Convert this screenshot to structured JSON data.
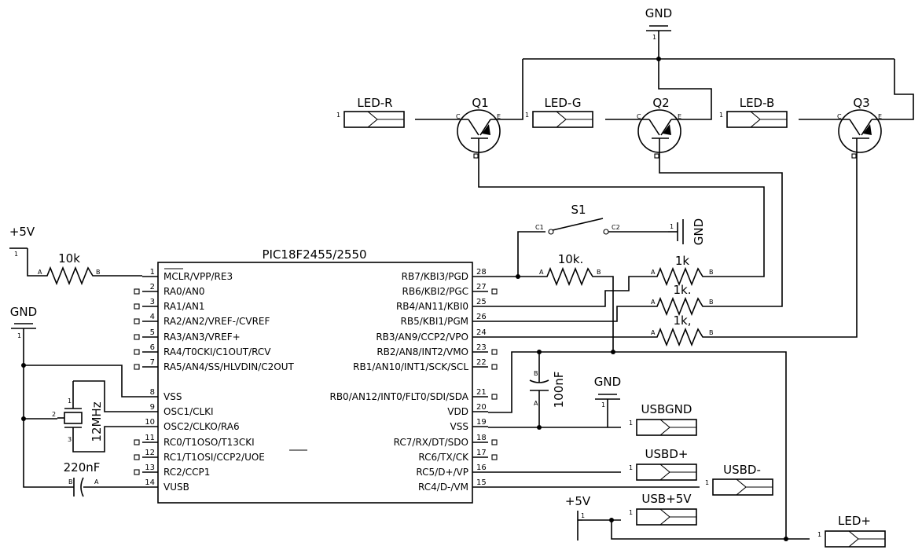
{
  "chip": {
    "title": "PIC18F2455/2550",
    "left_pins": [
      {
        "num": "1",
        "name": "MCLR/VPP/RE3"
      },
      {
        "num": "2",
        "name": "RA0/AN0"
      },
      {
        "num": "3",
        "name": "RA1/AN1"
      },
      {
        "num": "4",
        "name": "RA2/AN2/VREF-/CVREF"
      },
      {
        "num": "5",
        "name": "RA3/AN3/VREF+"
      },
      {
        "num": "6",
        "name": "RA4/T0CKI/C1OUT/RCV"
      },
      {
        "num": "7",
        "name": "RA5/AN4/SS/HLVDIN/C2OUT"
      },
      {
        "num": "8",
        "name": "VSS"
      },
      {
        "num": "9",
        "name": "OSC1/CLKI"
      },
      {
        "num": "10",
        "name": "OSC2/CLKO/RA6"
      },
      {
        "num": "11",
        "name": "RC0/T1OSO/T13CKI"
      },
      {
        "num": "12",
        "name": "RC1/T1OSI/CCP2/UOE"
      },
      {
        "num": "13",
        "name": "RC2/CCP1"
      },
      {
        "num": "14",
        "name": "VUSB"
      }
    ],
    "right_pins": [
      {
        "num": "28",
        "name": "RB7/KBI3/PGD"
      },
      {
        "num": "27",
        "name": "RB6/KBI2/PGC"
      },
      {
        "num": "25",
        "name": "RB4/AN11/KBI0"
      },
      {
        "num": "26",
        "name": "RB5/KBI1/PGM"
      },
      {
        "num": "24",
        "name": "RB3/AN9/CCP2/VPO"
      },
      {
        "num": "23",
        "name": "RB2/AN8/INT2/VMO"
      },
      {
        "num": "22",
        "name": "RB1/AN10/INT1/SCK/SCL"
      },
      {
        "num": "21",
        "name": "RB0/AN12/INT0/FLT0/SDI/SDA"
      },
      {
        "num": "20",
        "name": "VDD"
      },
      {
        "num": "19",
        "name": "VSS"
      },
      {
        "num": "18",
        "name": "RC7/RX/DT/SDO"
      },
      {
        "num": "17",
        "name": "RC6/TX/CK"
      },
      {
        "num": "16",
        "name": "RC5/D+/VP"
      },
      {
        "num": "15",
        "name": "RC4/D-/VM"
      }
    ]
  },
  "transistors": {
    "q1": {
      "ref": "Q1",
      "c": "C",
      "e": "E"
    },
    "q2": {
      "ref": "Q2",
      "c": "C",
      "e": "E"
    },
    "q3": {
      "ref": "Q3",
      "c": "C",
      "e": "E"
    }
  },
  "resistors": {
    "r_mclr": {
      "value": "10k",
      "a": "A",
      "b": "B"
    },
    "r_sw": {
      "value": "10k.",
      "a": "A",
      "b": "B"
    },
    "r_q1": {
      "value": "1k",
      "a": "A",
      "b": "B"
    },
    "r_q2": {
      "value": "1k.",
      "a": "A",
      "b": "B"
    },
    "r_q3": {
      "value": "1k,",
      "a": "A",
      "b": "B"
    }
  },
  "capacitors": {
    "c_vusb": {
      "value": "220nF",
      "a": "A",
      "b": "B"
    },
    "c_vdd": {
      "value": "100nF",
      "a": "A",
      "b": "B"
    }
  },
  "crystal": {
    "value": "12MHz",
    "p1": "1",
    "p2": "2",
    "p3": "3"
  },
  "switch": {
    "ref": "S1",
    "c1": "C1",
    "c2": "C2"
  },
  "power": {
    "gnd_top": "GND",
    "gnd_left": "GND",
    "gnd_mid": "GND",
    "gnd_switch": "GND",
    "vcc_left": "+5V",
    "vcc_bottom": "+5V",
    "pin_one": "1"
  },
  "connectors": {
    "led_r": {
      "label": "LED-R",
      "pin": "1"
    },
    "led_g": {
      "label": "LED-G",
      "pin": "1"
    },
    "led_b": {
      "label": "LED-B",
      "pin": "1"
    },
    "usbgnd": {
      "label": "USBGND",
      "pin": "1"
    },
    "usbdp": {
      "label": "USBD+",
      "pin": "1"
    },
    "usbdm": {
      "label": "USBD-",
      "pin": "1"
    },
    "usb5v": {
      "label": "USB+5V",
      "pin": "1"
    },
    "ledp": {
      "label": "LED+",
      "pin": "1"
    }
  }
}
